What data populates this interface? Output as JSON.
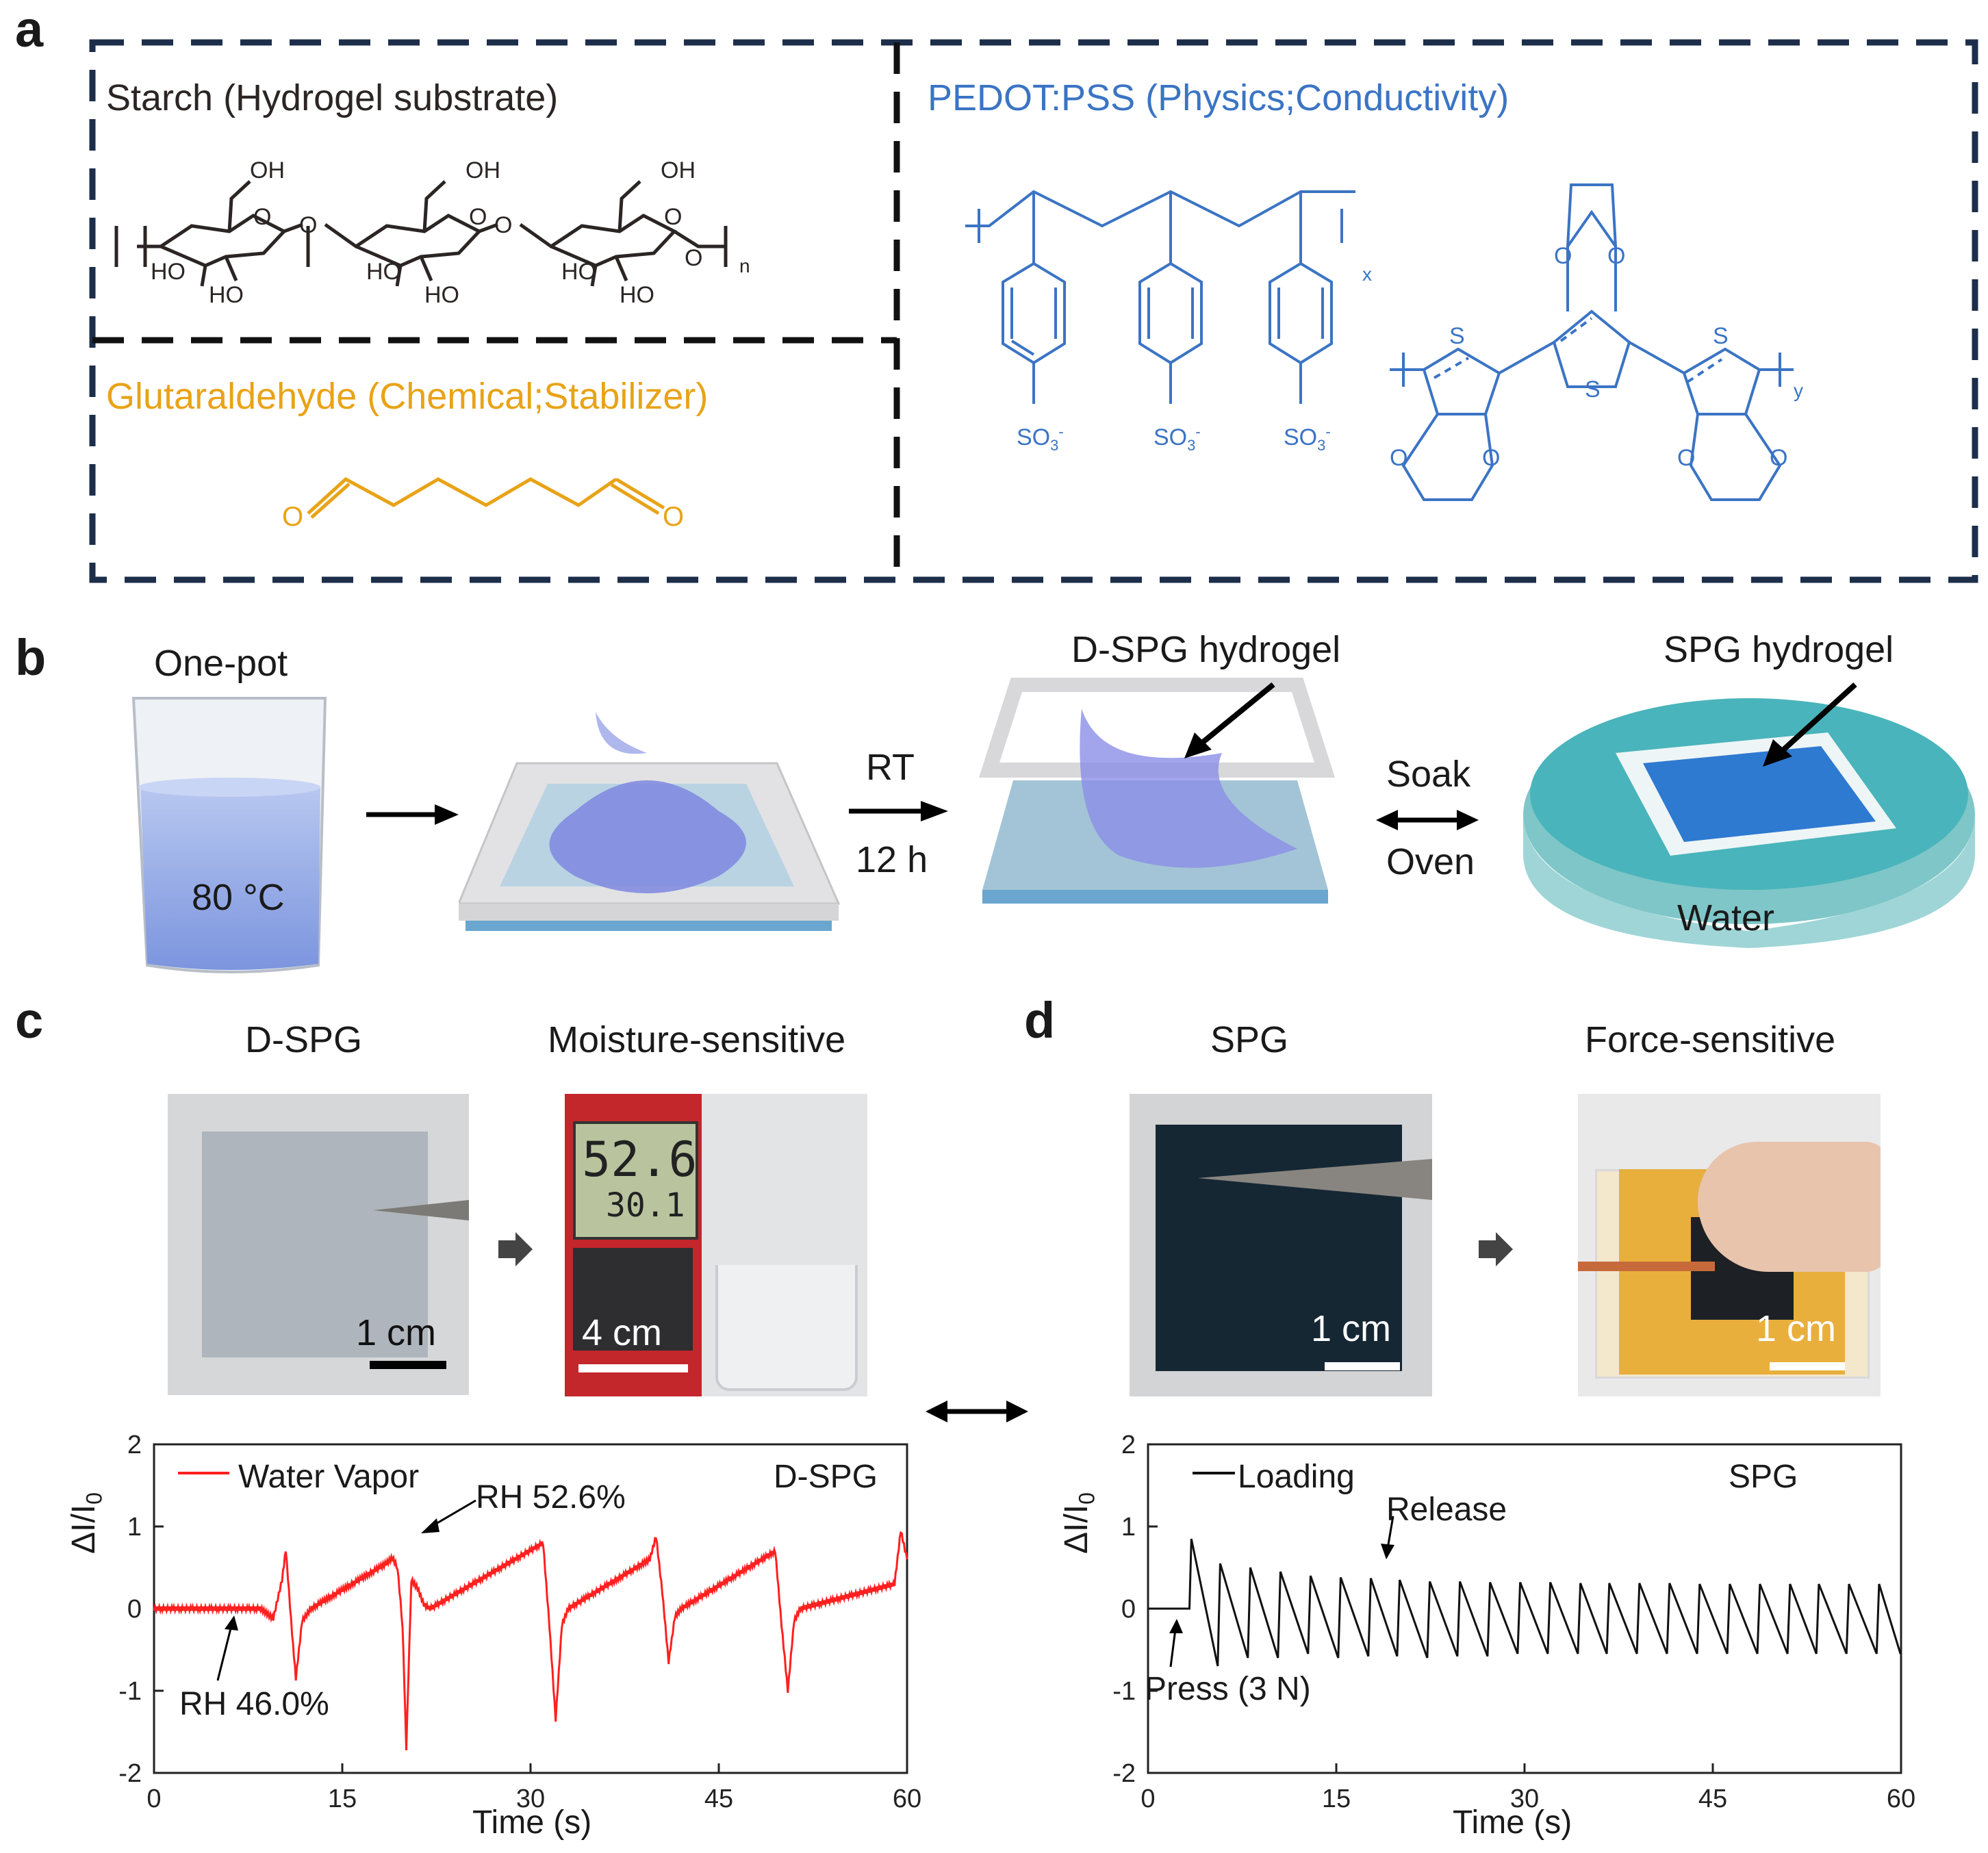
{
  "panel_labels": {
    "a": "a",
    "b": "b",
    "c": "c",
    "d": "d"
  },
  "panel_a": {
    "starch_title": "Starch (Hydrogel substrate)",
    "glutaraldehyde_title": "Glutaraldehyde (Chemical;Stabilizer)",
    "pedot_title": "PEDOT:PSS (Physics;Conductivity)",
    "colors": {
      "box_border": "#1c2e4a",
      "starch": "#2b2523",
      "glutaraldehyde": "#e8a317",
      "pedot": "#3b74c4"
    }
  },
  "panel_b": {
    "one_pot": "One-pot",
    "temperature": "80 °C",
    "rt": "RT",
    "time": "12 h",
    "dspg_label": "D-SPG hydrogel",
    "soak": "Soak",
    "oven": "Oven",
    "spg_label": "SPG hydrogel",
    "water": "Water"
  },
  "panel_c": {
    "photo1_title": "D-SPG",
    "photo2_title": "Moisture-sensitive",
    "scale1": "1 cm",
    "scale2": "4 cm",
    "meter_rh": "52.6",
    "meter_temp": "30.1"
  },
  "panel_d": {
    "photo1_title": "SPG",
    "photo2_title": "Force-sensitive",
    "scale1": "1 cm",
    "scale2": "1 cm"
  },
  "chart_data": [
    {
      "type": "line",
      "panel": "c",
      "legend": "Water Vapor",
      "corner_label": "D-SPG",
      "xlabel": "Time (s)",
      "ylabel": "ΔI/I0",
      "xlim": [
        0,
        60
      ],
      "ylim": [
        -2,
        2
      ],
      "xticks": [
        0,
        15,
        30,
        45,
        60
      ],
      "yticks": [
        -2,
        -1,
        0,
        1,
        2
      ],
      "color": "#ff2020",
      "annotations": [
        "RH 52.6%",
        "RH 46.0%"
      ],
      "x": [
        0,
        8.5,
        9.5,
        10.2,
        10.5,
        11,
        11.3,
        11.8,
        12.5,
        18.5,
        19,
        19.4,
        19.8,
        20.1,
        20.5,
        21,
        21.5,
        22,
        31,
        31.5,
        32,
        32.5,
        33,
        39.5,
        40,
        40.5,
        41,
        41.5,
        42,
        49.5,
        50,
        50.5,
        51,
        51.5,
        59,
        59.5,
        60
      ],
      "y": [
        0,
        0,
        -0.12,
        0.35,
        0.72,
        -0.3,
        -0.85,
        -0.15,
        0,
        0.55,
        0.62,
        0.5,
        -0.2,
        -1.7,
        0.35,
        0.25,
        0.05,
        0,
        0.8,
        -0.2,
        -1.35,
        -0.2,
        0,
        0.6,
        0.88,
        0.2,
        -0.65,
        -0.1,
        0,
        0.7,
        -0.2,
        -1.0,
        -0.15,
        0,
        0.3,
        0.95,
        0.6
      ]
    },
    {
      "type": "line",
      "panel": "d",
      "legend": "Loading",
      "corner_label": "SPG",
      "xlabel": "Time (s)",
      "ylabel": "ΔI/I0",
      "xlim": [
        0,
        60
      ],
      "ylim": [
        -2,
        2
      ],
      "xticks": [
        0,
        15,
        30,
        45,
        60
      ],
      "yticks": [
        -2,
        -1,
        0,
        1,
        2
      ],
      "color": "#111111",
      "annotations": [
        "Release",
        "Press (3 N)"
      ],
      "cycle_start_times": [
        3.3,
        5.6,
        8.0,
        10.4,
        12.8,
        15.2,
        17.6,
        19.9,
        22.3,
        24.7,
        27.1,
        29.5,
        31.9,
        34.3,
        36.6,
        39.0,
        41.4,
        43.8,
        46.2,
        48.6,
        51.0,
        53.3,
        55.7,
        58.1
      ],
      "peak_values": [
        0.85,
        0.55,
        0.5,
        0.45,
        0.4,
        0.38,
        0.37,
        0.35,
        0.33,
        0.33,
        0.32,
        0.32,
        0.32,
        0.31,
        0.31,
        0.31,
        0.31,
        0.3,
        0.3,
        0.3,
        0.3,
        0.3,
        0.3,
        0.3
      ],
      "trough_values": [
        -0.7,
        -0.6,
        -0.6,
        -0.55,
        -0.6,
        -0.58,
        -0.58,
        -0.6,
        -0.58,
        -0.58,
        -0.55,
        -0.55,
        -0.55,
        -0.55,
        -0.55,
        -0.55,
        -0.55,
        -0.55,
        -0.55,
        -0.55,
        -0.55,
        -0.55,
        -0.55,
        -0.55
      ]
    }
  ]
}
